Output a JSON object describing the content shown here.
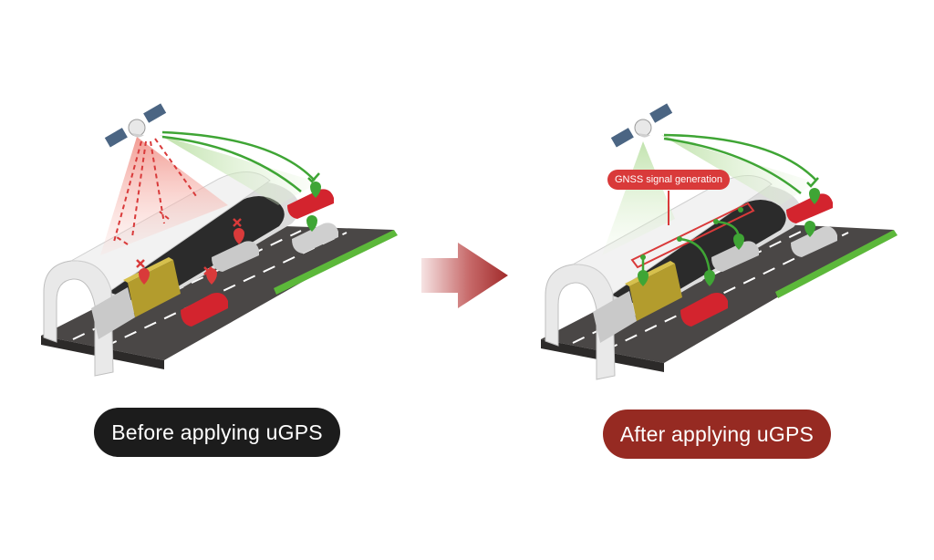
{
  "labels": {
    "before": "Before applying uGPS",
    "after": "After applying uGPS",
    "gnss_callout": "GNSS signal generation"
  },
  "colors": {
    "before_pill": "#1c1c1c",
    "after_pill": "#962a22",
    "callout": "#d93a3a",
    "signal_ok": "#3fa535",
    "signal_fail": "#d93a3a",
    "road": "#4a4746",
    "grass": "#5cb83a",
    "tunnel": "#e6e6e6"
  },
  "icons": {
    "satellite": "satellite-icon",
    "location_ok": "location-pin-check-icon",
    "location_fail": "location-pin-x-icon",
    "arrow": "direction-arrow-icon"
  }
}
